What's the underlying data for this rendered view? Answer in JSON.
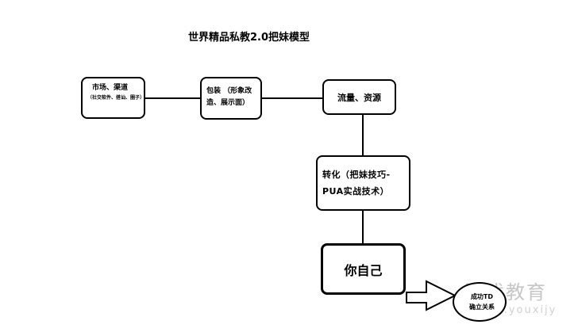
{
  "title": "世界精品私教2.0把妹模型",
  "nodes": {
    "channels": {
      "main": "市场、渠道",
      "sub": "（社交软件、搭讪、圈子）"
    },
    "packaging": {
      "main": "包装 （形象改造、展示面）"
    },
    "traffic": {
      "main": "流量、资源"
    },
    "conversion": {
      "line1": "转化（把妹技巧-",
      "line2": "PUA实战技术）"
    },
    "self": {
      "main": "你自己"
    },
    "success": {
      "line1": "成功TD",
      "line2": "确立关系"
    }
  },
  "watermark": {
    "cn": "游戏教育",
    "en": "www.youxijy"
  }
}
